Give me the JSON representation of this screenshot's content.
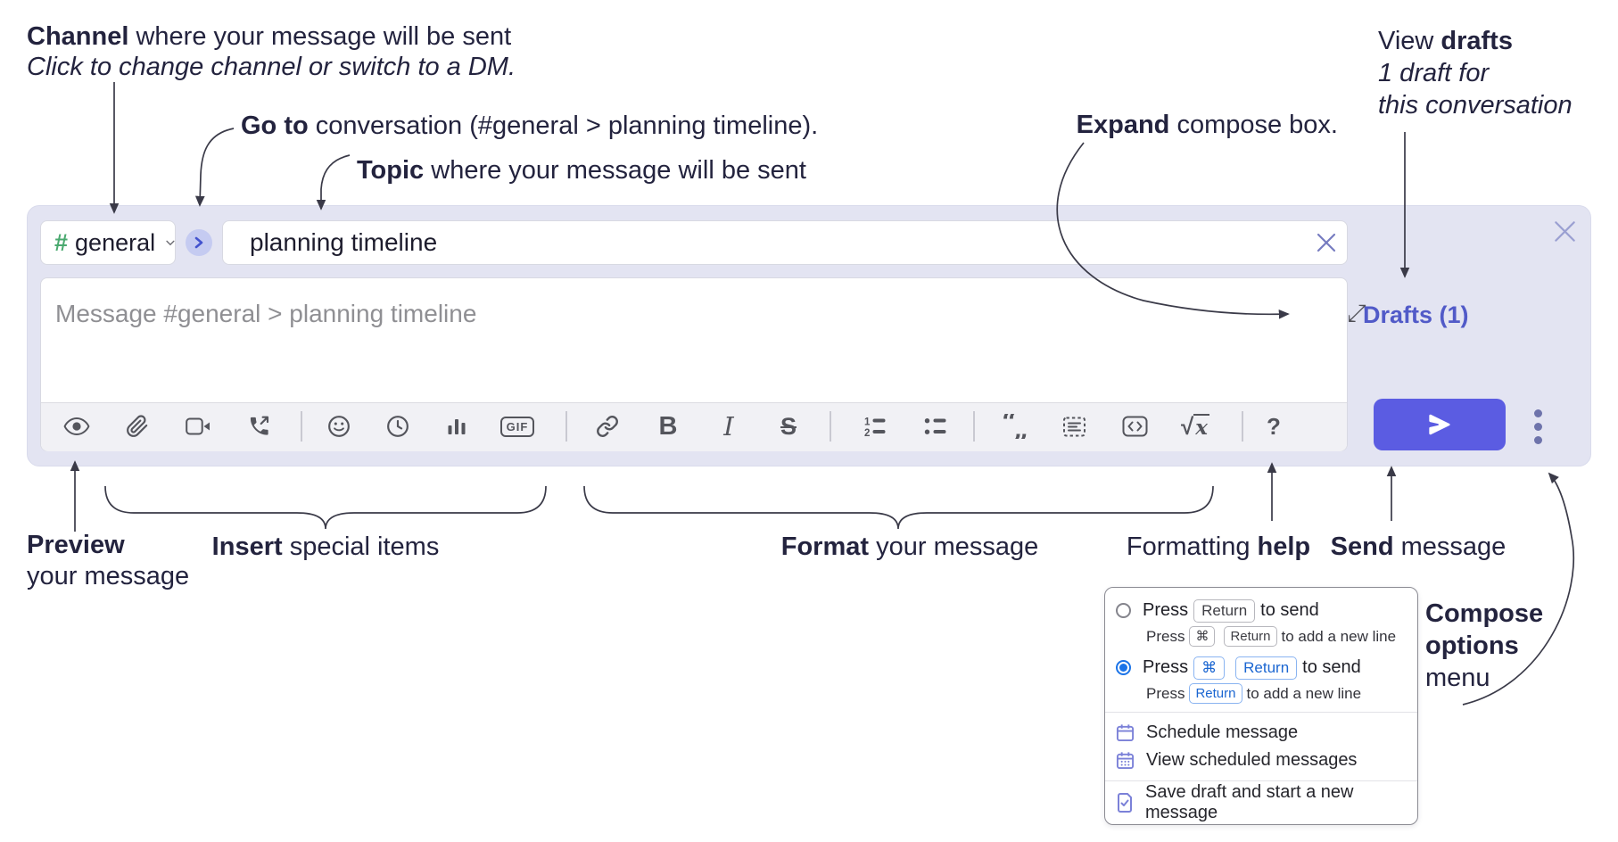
{
  "annotations": {
    "channel": {
      "bold": "Channel",
      "rest": " where your message will be sent",
      "sub": "Click to change channel or switch to a DM."
    },
    "goto": {
      "bold": "Go to",
      "rest": " conversation (#general > planning timeline)."
    },
    "topic": {
      "bold": "Topic",
      "rest": " where your message will be sent"
    },
    "expand": {
      "bold": "Expand",
      "rest": " compose box."
    },
    "view_drafts": {
      "line1_pre": "View ",
      "line1_bold": "drafts",
      "line2": "1 draft for",
      "line3": "this conversation"
    },
    "preview": {
      "bold": "Preview",
      "line2": "your message"
    },
    "insert": {
      "bold": "Insert",
      "rest": " special items"
    },
    "format": {
      "bold": "Format",
      "rest": " your message"
    },
    "formatting_help": {
      "pre": "Formatting ",
      "bold": "help"
    },
    "send": {
      "bold": "Send",
      "rest": " message"
    },
    "compose_options": {
      "bold1": "Compose",
      "bold2": "options",
      "line3": "menu"
    }
  },
  "composer": {
    "channel_button": {
      "hash": "#",
      "label": "general"
    },
    "topic_input": {
      "value": "planning timeline"
    },
    "message_input": {
      "placeholder": "Message #general > planning timeline"
    },
    "drafts_link": "Drafts (1)",
    "toolbar": {
      "gif_label": "GIF",
      "bold_label": "B",
      "italic_label": "I",
      "strike_label": "S",
      "sqrt_sign": "√",
      "sqrt_var": "x",
      "help_label": "?",
      "item_names": [
        "preview",
        "attach-file",
        "video-clip",
        "audio-clip",
        "emoji",
        "recent",
        "poll",
        "gif",
        "link",
        "bold",
        "italic",
        "strikethrough",
        "ordered-list",
        "bulleted-list",
        "quote",
        "code-block",
        "inline-code",
        "formula",
        "help"
      ]
    },
    "expand_icon_glyph": "⤢"
  },
  "menu": {
    "send_options": [
      {
        "selected": false,
        "main": {
          "pre": "Press",
          "key1": "Return",
          "post": "to send"
        },
        "sub": {
          "pre": "Press",
          "key1": "⌘",
          "key2": "Return",
          "post": "to add a new line"
        }
      },
      {
        "selected": true,
        "main": {
          "pre": "Press",
          "key1": "⌘",
          "key2": "Return",
          "post": "to send"
        },
        "sub": {
          "pre": "Press",
          "key1": "Return",
          "post": "to add a new line"
        }
      }
    ],
    "items": [
      {
        "icon": "calendar-icon",
        "label": "Schedule message"
      },
      {
        "icon": "calendar-scheduled-icon",
        "label": "View scheduled messages"
      },
      {
        "icon": "save-draft-icon",
        "label": "Save draft and start a new message"
      }
    ]
  },
  "colors": {
    "container_bg": "#e3e4f2",
    "send_button": "#5b5ce2",
    "drafts_link": "#515ac8",
    "hash_green": "#4aa96f",
    "goto_blue": "#4353ce",
    "radio_selected": "#1a73e8",
    "kbd_blue": "#1b66d1",
    "menu_icon_purple": "#7b81d8",
    "annotation_text": "#23233e"
  }
}
